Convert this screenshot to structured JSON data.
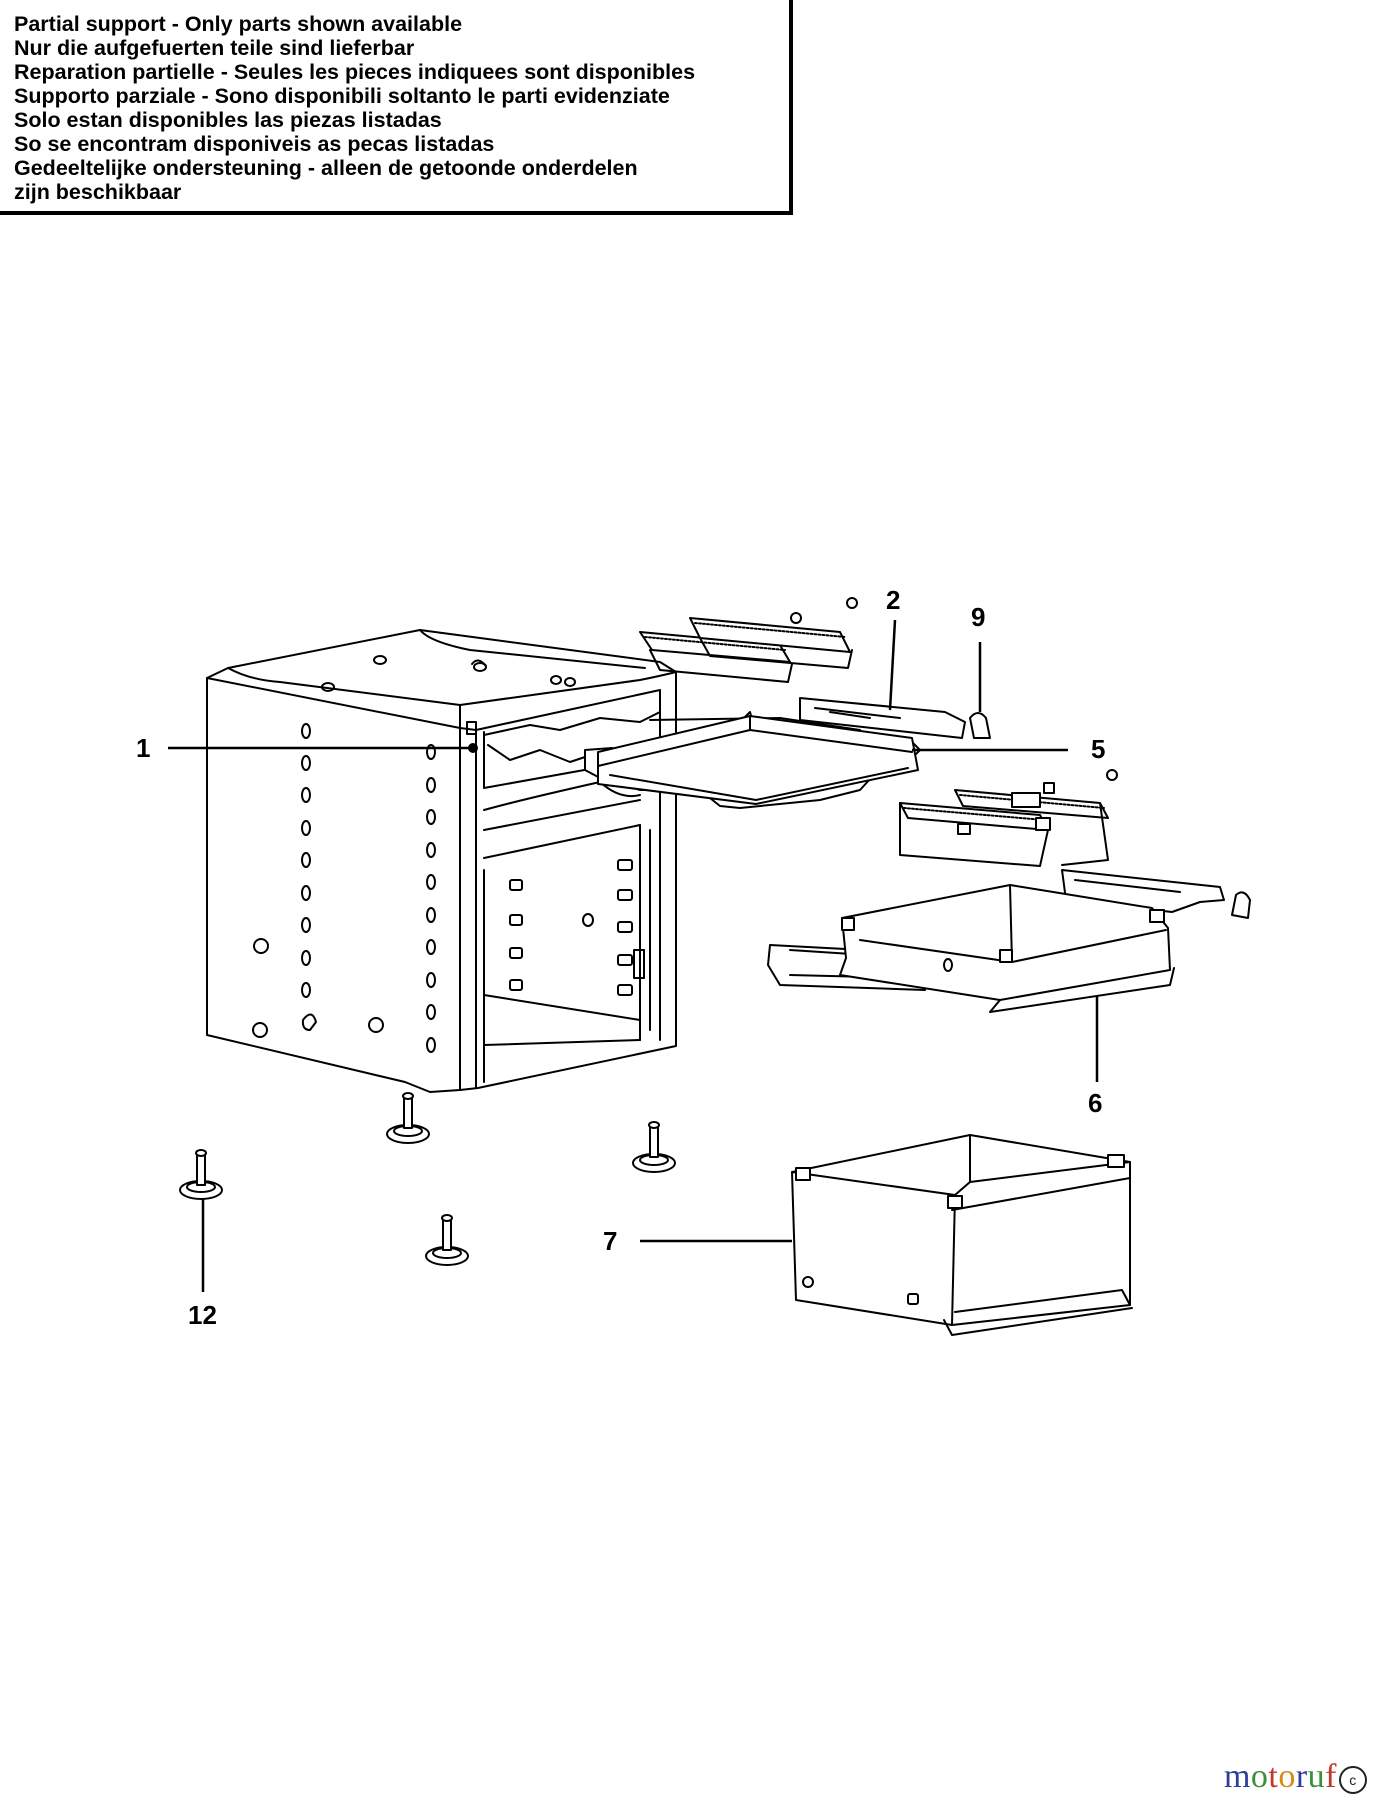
{
  "notice": {
    "lines": [
      "Partial support - Only parts shown available",
      "Nur die aufgefuerten teile sind lieferbar",
      "Reparation partielle - Seules les pieces indiquees sont disponibles",
      "Supporto parziale - Sono disponibili soltanto le parti evidenziate",
      "Solo estan disponibles las piezas listadas",
      "So se encontram disponiveis as pecas listadas",
      "Gedeeltelijke ondersteuning - alleen de getoonde onderdelen",
      "zijn beschikbaar"
    ]
  },
  "callouts": {
    "c1": "1",
    "c2": "2",
    "c5": "5",
    "c6": "6",
    "c7": "7",
    "c9": "9",
    "c12": "12"
  },
  "watermark": {
    "m": "m",
    "o1": "o",
    "t": "t",
    "o2": "o",
    "r": "r",
    "u": "u",
    "f": "f",
    "mark": "c"
  },
  "colors": {
    "line": "#000000",
    "background": "#ffffff"
  }
}
